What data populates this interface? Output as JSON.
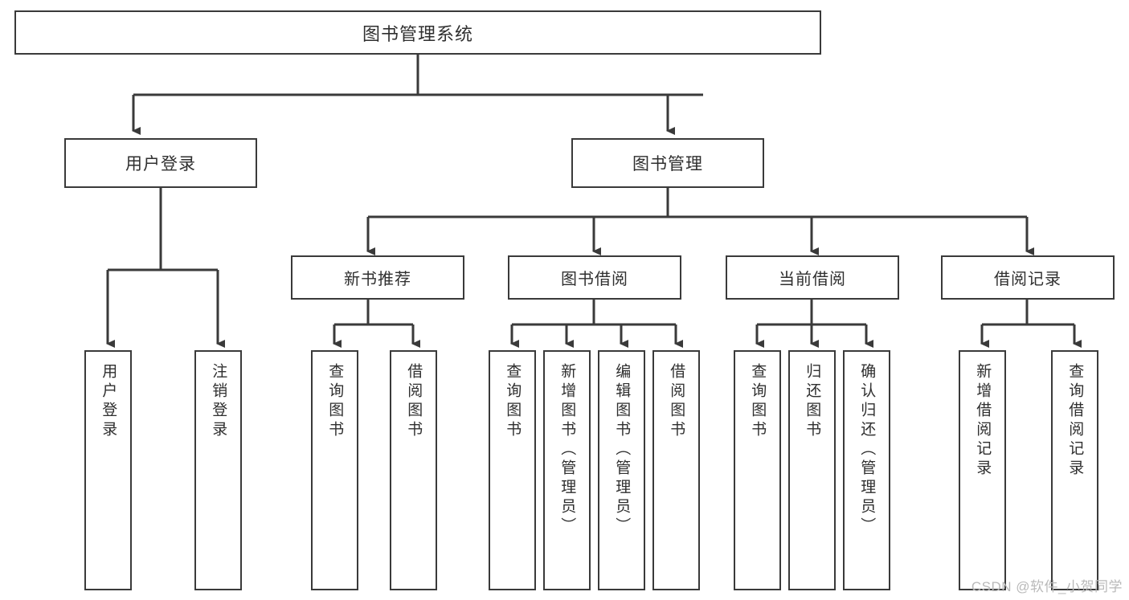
{
  "diagram": {
    "title": "图书管理系统",
    "type": "tree",
    "root": {
      "id": "root",
      "label": "图书管理系统"
    },
    "level1": [
      {
        "id": "user-login",
        "label": "用户登录"
      },
      {
        "id": "book-manage",
        "label": "图书管理"
      }
    ],
    "level2": [
      {
        "id": "new-book-recommend",
        "label": "新书推荐",
        "parent": "book-manage"
      },
      {
        "id": "book-borrow",
        "label": "图书借阅",
        "parent": "book-manage"
      },
      {
        "id": "current-borrow",
        "label": "当前借阅",
        "parent": "book-manage"
      },
      {
        "id": "borrow-record",
        "label": "借阅记录",
        "parent": "book-manage"
      }
    ],
    "leaves": [
      {
        "id": "leaf-user-login",
        "label": "用户登录",
        "parent": "user-login"
      },
      {
        "id": "leaf-logout-login",
        "label": "注销登录",
        "parent": "user-login"
      },
      {
        "id": "leaf-query-book-1",
        "label": "查询图书",
        "parent": "new-book-recommend"
      },
      {
        "id": "leaf-borrow-book-1",
        "label": "借阅图书",
        "parent": "new-book-recommend"
      },
      {
        "id": "leaf-query-book-2",
        "label": "查询图书",
        "parent": "book-borrow"
      },
      {
        "id": "leaf-add-book",
        "label": "新增图书（管理员）",
        "parent": "book-borrow"
      },
      {
        "id": "leaf-edit-book",
        "label": "编辑图书（管理员）",
        "parent": "book-borrow"
      },
      {
        "id": "leaf-borrow-book-2",
        "label": "借阅图书",
        "parent": "book-borrow"
      },
      {
        "id": "leaf-query-book-3",
        "label": "查询图书",
        "parent": "current-borrow"
      },
      {
        "id": "leaf-return-book",
        "label": "归还图书",
        "parent": "current-borrow"
      },
      {
        "id": "leaf-confirm-return",
        "label": "确认归还（管理员）",
        "parent": "current-borrow"
      },
      {
        "id": "leaf-add-record",
        "label": "新增借阅记录",
        "parent": "borrow-record"
      },
      {
        "id": "leaf-query-record",
        "label": "查询借阅记录",
        "parent": "borrow-record"
      }
    ]
  },
  "watermark": {
    "text": "CSDN @软件_小贺同学"
  },
  "colors": {
    "border": "#3a3a3a",
    "text": "#2f2f2f",
    "background": "#ffffff",
    "connector": "#3a3a3a",
    "watermark": "#b9b9b9"
  }
}
